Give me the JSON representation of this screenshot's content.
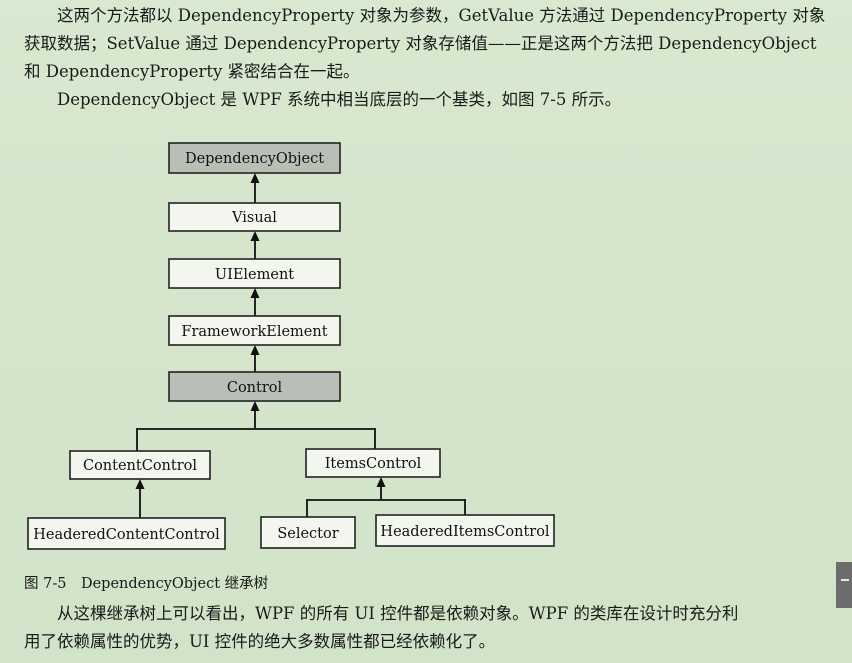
{
  "paragraphs": {
    "p1": [
      "　　这两个方法都以 DependencyProperty 对象为参数，GetValue 方法通过 DependencyProperty 对象",
      "获取数据；SetValue 通过 DependencyProperty 对象存储值——正是这两个方法把 DependencyObject",
      "和 DependencyProperty 紧密结合在一起。"
    ],
    "p2": [
      "　　DependencyObject 是 WPF 系统中相当底层的一个基类，如图 7-5 所示。"
    ],
    "p3": [
      "　　从这棵继承树上可以看出，WPF 的所有 UI 控件都是依赖对象。WPF 的类库在设计时充分利",
      "用了依赖属性的优势，UI 控件的绝大多数属性都已经依赖化了。"
    ]
  },
  "diagram": {
    "nodes": [
      {
        "id": "dependency-object",
        "label": "DependencyObject",
        "shaded": true
      },
      {
        "id": "visual",
        "label": "Visual",
        "shaded": false
      },
      {
        "id": "ui-element",
        "label": "UIElement",
        "shaded": false
      },
      {
        "id": "framework-element",
        "label": "FrameworkElement",
        "shaded": false
      },
      {
        "id": "control",
        "label": "Control",
        "shaded": true
      },
      {
        "id": "content-control",
        "label": "ContentControl",
        "shaded": false
      },
      {
        "id": "items-control",
        "label": "ItemsControl",
        "shaded": false
      },
      {
        "id": "headered-content-control",
        "label": "HeaderedContentControl",
        "shaded": false
      },
      {
        "id": "selector",
        "label": "Selector",
        "shaded": false
      },
      {
        "id": "headered-items-control",
        "label": "HeaderedItemsControl",
        "shaded": false
      }
    ],
    "edges": [
      {
        "from": "visual",
        "to": "dependency-object"
      },
      {
        "from": "ui-element",
        "to": "visual"
      },
      {
        "from": "framework-element",
        "to": "ui-element"
      },
      {
        "from": "control",
        "to": "framework-element"
      },
      {
        "from": "content-control",
        "to": "control"
      },
      {
        "from": "items-control",
        "to": "control"
      },
      {
        "from": "headered-content-control",
        "to": "content-control"
      },
      {
        "from": "selector",
        "to": "items-control"
      },
      {
        "from": "headered-items-control",
        "to": "items-control"
      }
    ]
  },
  "caption": "图 7-5　DependencyObject 继承树",
  "colors": {
    "page_background": "#d4e5cb",
    "box_fill": "#f3f6ef",
    "box_shaded": "#b9beb7",
    "line": "#111111"
  }
}
